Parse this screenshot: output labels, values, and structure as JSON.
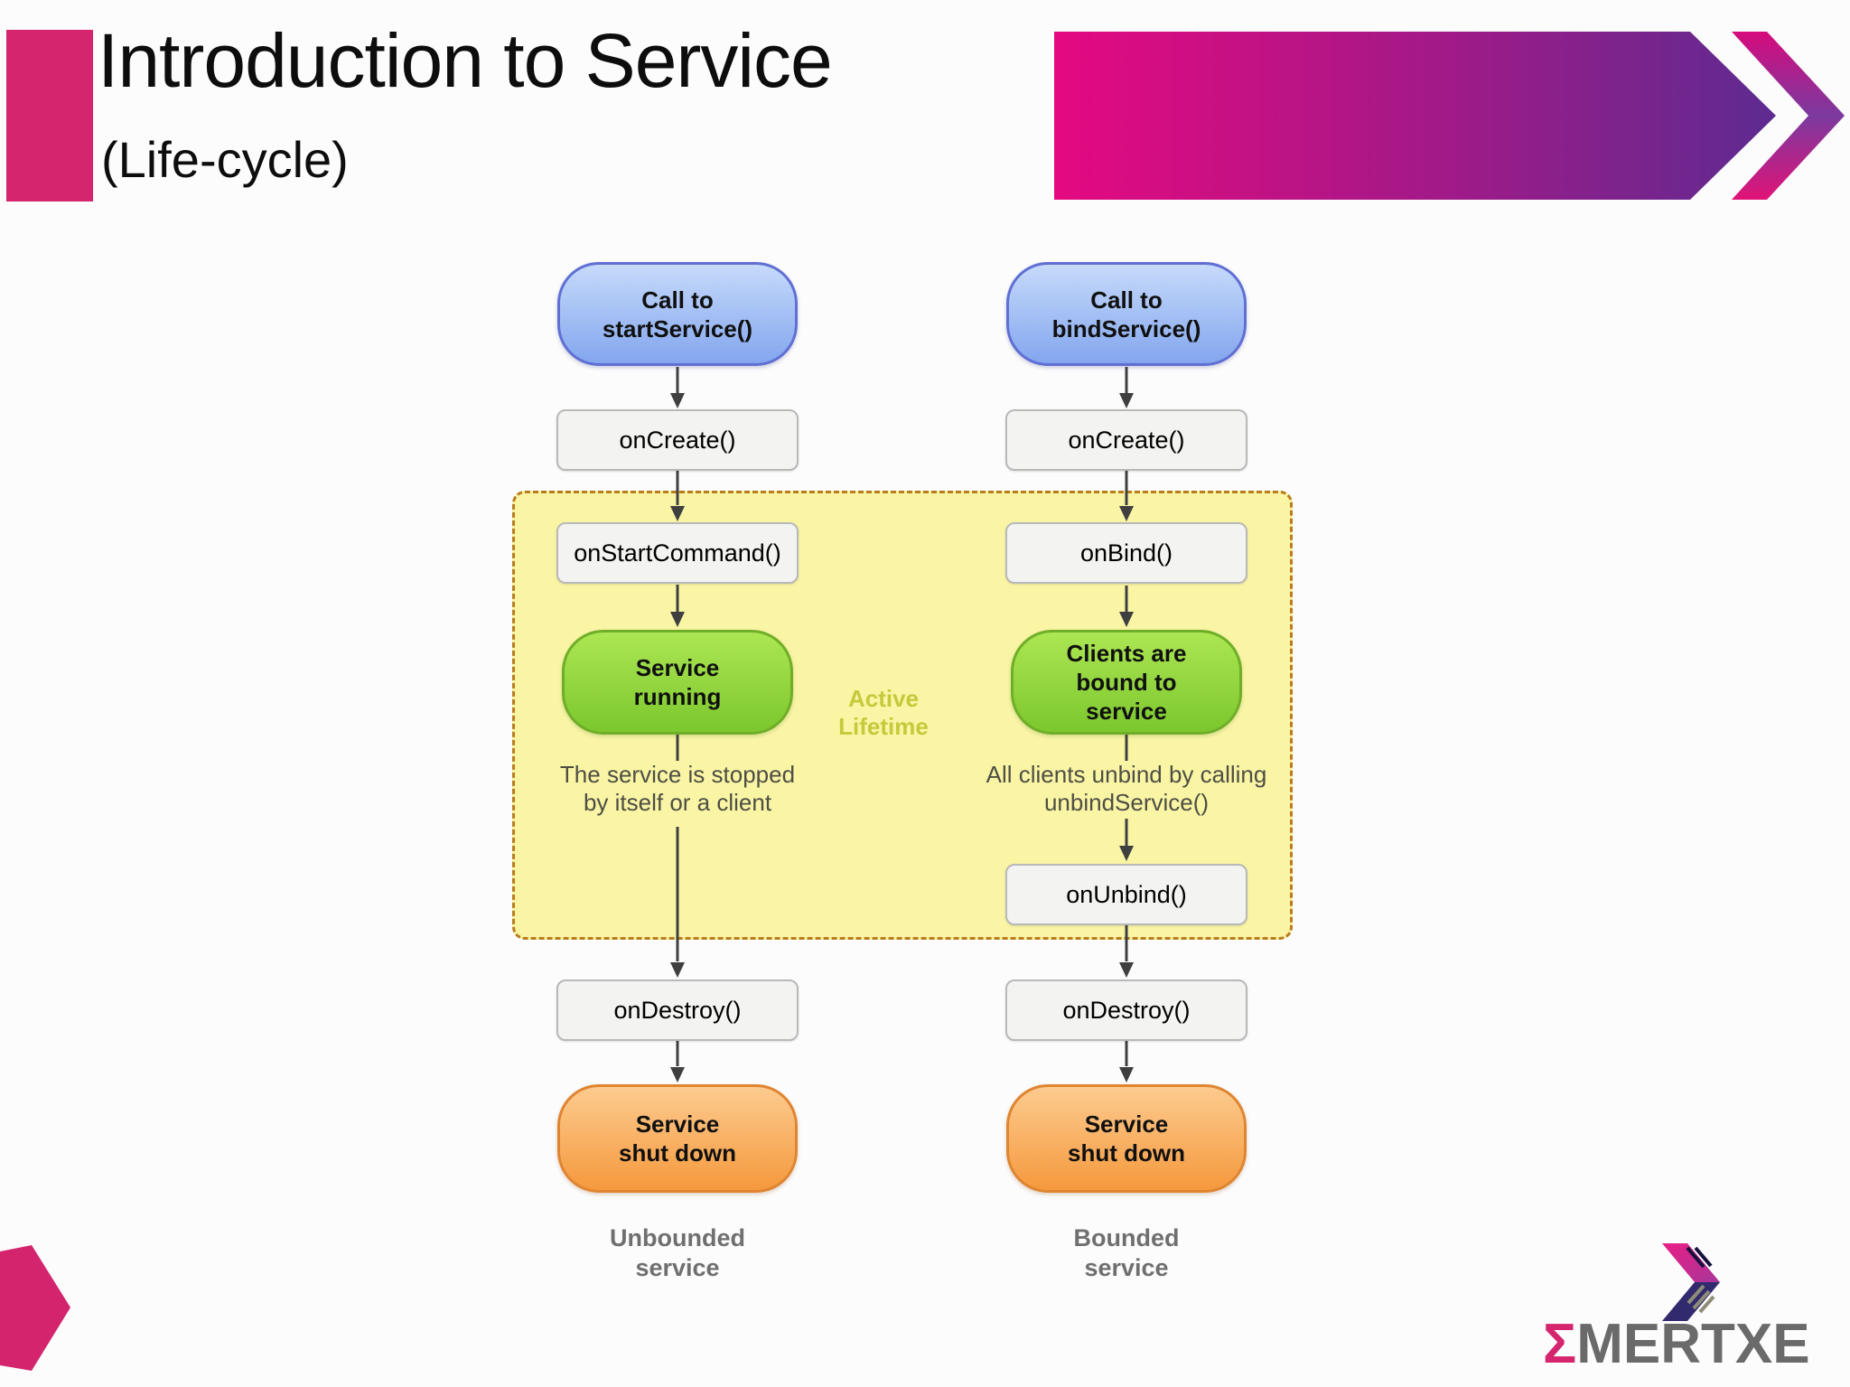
{
  "header": {
    "title": "Introduction to Service",
    "subtitle": "(Life-cycle)"
  },
  "diagram": {
    "active_lifetime_label": "Active\nLifetime",
    "left_flow": {
      "start": "Call to\nstartService()",
      "on_create": "onCreate()",
      "on_start_command": "onStartCommand()",
      "running": "Service\nrunning",
      "stop_note": "The service is stopped\nby itself or a client",
      "on_destroy": "onDestroy()",
      "shutdown": "Service\nshut down",
      "caption": "Unbounded\nservice"
    },
    "right_flow": {
      "start": "Call to\nbindService()",
      "on_create": "onCreate()",
      "on_bind": "onBind()",
      "bound": "Clients are\nbound to\nservice",
      "unbind_note": "All clients unbind by calling\nunbindService()",
      "on_unbind": "onUnbind()",
      "on_destroy": "onDestroy()",
      "shutdown": "Service\nshut down",
      "caption": "Bounded\nservice"
    }
  },
  "logo": {
    "sigma": "Σ",
    "name": "MERTXE"
  },
  "colors": {
    "accent_pink": "#d4256e",
    "banner_gradient_start": "#e50980",
    "banner_gradient_end": "#5d2b90",
    "active_region_fill": "#f9f5a5",
    "active_region_border": "#bb7c1e",
    "node_blue": "#83a6ee",
    "node_green": "#7cc72e",
    "node_orange": "#f5993d",
    "node_gray": "#f3f3f1",
    "arrow": "#3f3f3f",
    "lifetime_label": "#c6c93c",
    "logo_navy": "#312a6e",
    "logo_gray": "#6a6a6a"
  }
}
